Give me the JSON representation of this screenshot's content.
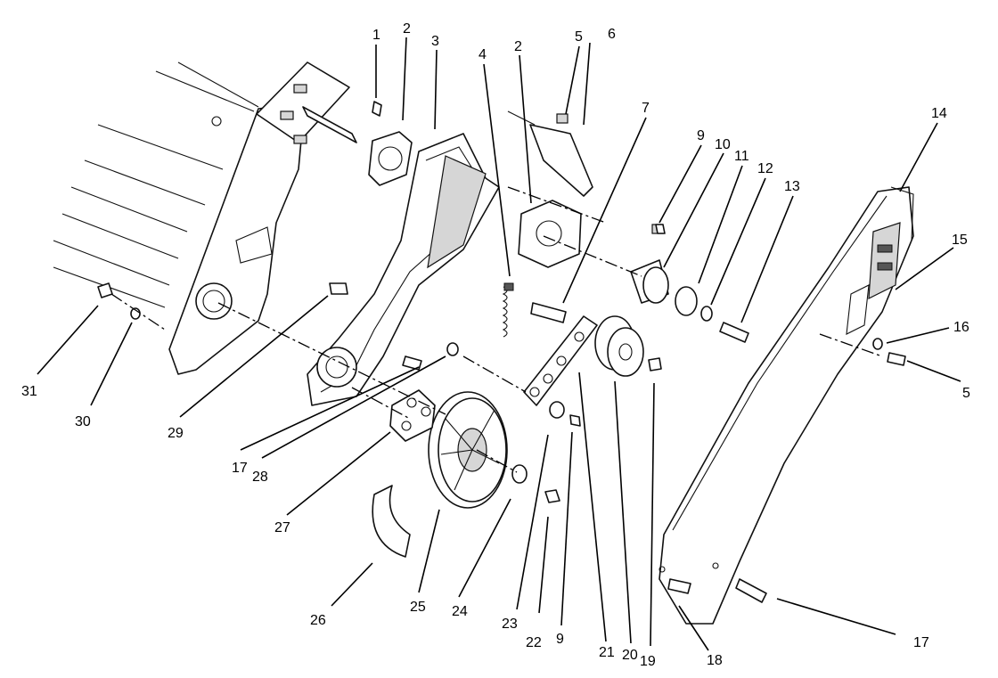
{
  "callouts": [
    {
      "id": "c1",
      "text": "1"
    },
    {
      "id": "c2a",
      "text": "2"
    },
    {
      "id": "c3",
      "text": "3"
    },
    {
      "id": "c4",
      "text": "4"
    },
    {
      "id": "c2b",
      "text": "2"
    },
    {
      "id": "c5a",
      "text": "5"
    },
    {
      "id": "c6",
      "text": "6"
    },
    {
      "id": "c7",
      "text": "7"
    },
    {
      "id": "c9a",
      "text": "9"
    },
    {
      "id": "c10",
      "text": "10"
    },
    {
      "id": "c11",
      "text": "11"
    },
    {
      "id": "c12",
      "text": "12"
    },
    {
      "id": "c13",
      "text": "13"
    },
    {
      "id": "c14",
      "text": "14"
    },
    {
      "id": "c15",
      "text": "15"
    },
    {
      "id": "c16",
      "text": "16"
    },
    {
      "id": "c5b",
      "text": "5"
    },
    {
      "id": "c31",
      "text": "31"
    },
    {
      "id": "c30",
      "text": "30"
    },
    {
      "id": "c29",
      "text": "29"
    },
    {
      "id": "c17a",
      "text": "17"
    },
    {
      "id": "c28",
      "text": "28"
    },
    {
      "id": "c27",
      "text": "27"
    },
    {
      "id": "c26",
      "text": "26"
    },
    {
      "id": "c25",
      "text": "25"
    },
    {
      "id": "c24",
      "text": "24"
    },
    {
      "id": "c23",
      "text": "23"
    },
    {
      "id": "c22",
      "text": "22"
    },
    {
      "id": "c9b",
      "text": "9"
    },
    {
      "id": "c21",
      "text": "21"
    },
    {
      "id": "c20",
      "text": "20"
    },
    {
      "id": "c19",
      "text": "19"
    },
    {
      "id": "c18",
      "text": "18"
    },
    {
      "id": "c17b",
      "text": "17"
    }
  ]
}
